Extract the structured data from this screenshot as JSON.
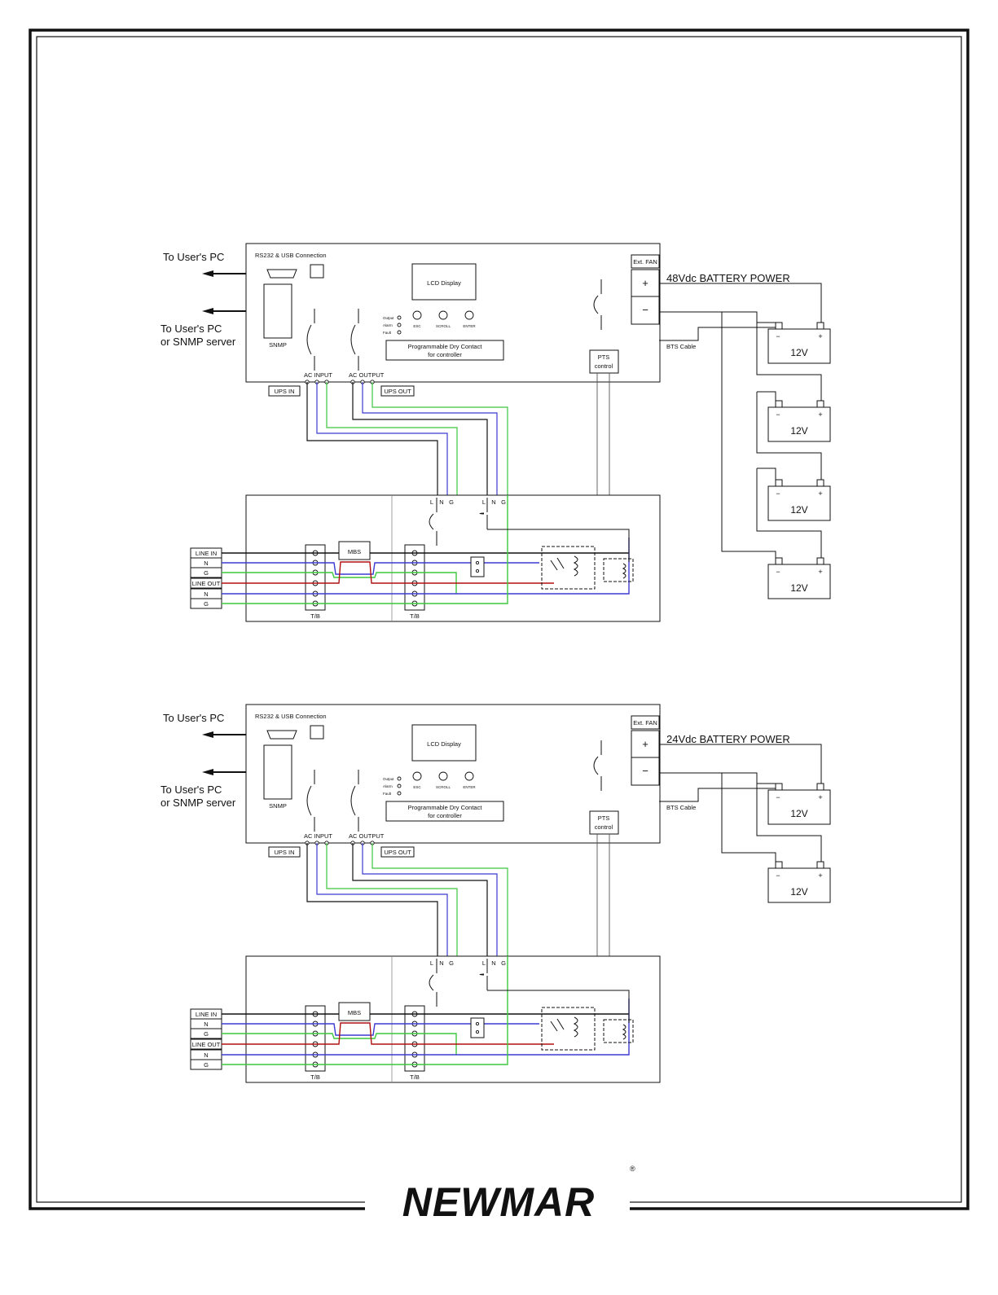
{
  "diagrams": [
    {
      "battery_power": "48Vdc BATTERY POWER",
      "battery_count": 4
    },
    {
      "battery_power": "24Vdc  BATTERY POWER",
      "battery_count": 2
    }
  ],
  "labels": {
    "to_users_pc": "To User's PC",
    "to_users_pc_snmp_1": "To User's PC",
    "to_users_pc_snmp_2": "or SNMP server",
    "rs232": "RS232 & USB Connection",
    "snmp": "SNMP",
    "lcd": "LCD Display",
    "ext_fan": "Ext. FAN",
    "plus": "+",
    "minus": "−",
    "bts_cable": "BTS Cable",
    "pts_1": "PTS",
    "pts_2": "control",
    "ac_input": "AC INPUT",
    "ac_output": "AC OUTPUT",
    "ups_in": "UPS IN",
    "ups_out": "UPS OUT",
    "dry_contact_1": "Programmable Dry Contact",
    "dry_contact_2": "for controller",
    "led_output": "Output",
    "led_alarm": "Alarm",
    "led_fault": "Fault",
    "btn_esc": "ESC",
    "btn_scroll": "SCROLL",
    "btn_enter": "ENTER",
    "battery": "12V",
    "term_minus": "−",
    "term_plus": "+",
    "line_in": "LINE IN",
    "line_out": "LINE OUT",
    "n": "N",
    "g": "G",
    "l": "L",
    "mbs": "MBS",
    "tb": "T/B"
  },
  "logo": {
    "text": "NEWMAR",
    "registered": "®"
  },
  "colors": {
    "line": "#111111",
    "neutral": "#3b3bd0",
    "ground": "#3cc83c",
    "line_out": "#b01010"
  }
}
